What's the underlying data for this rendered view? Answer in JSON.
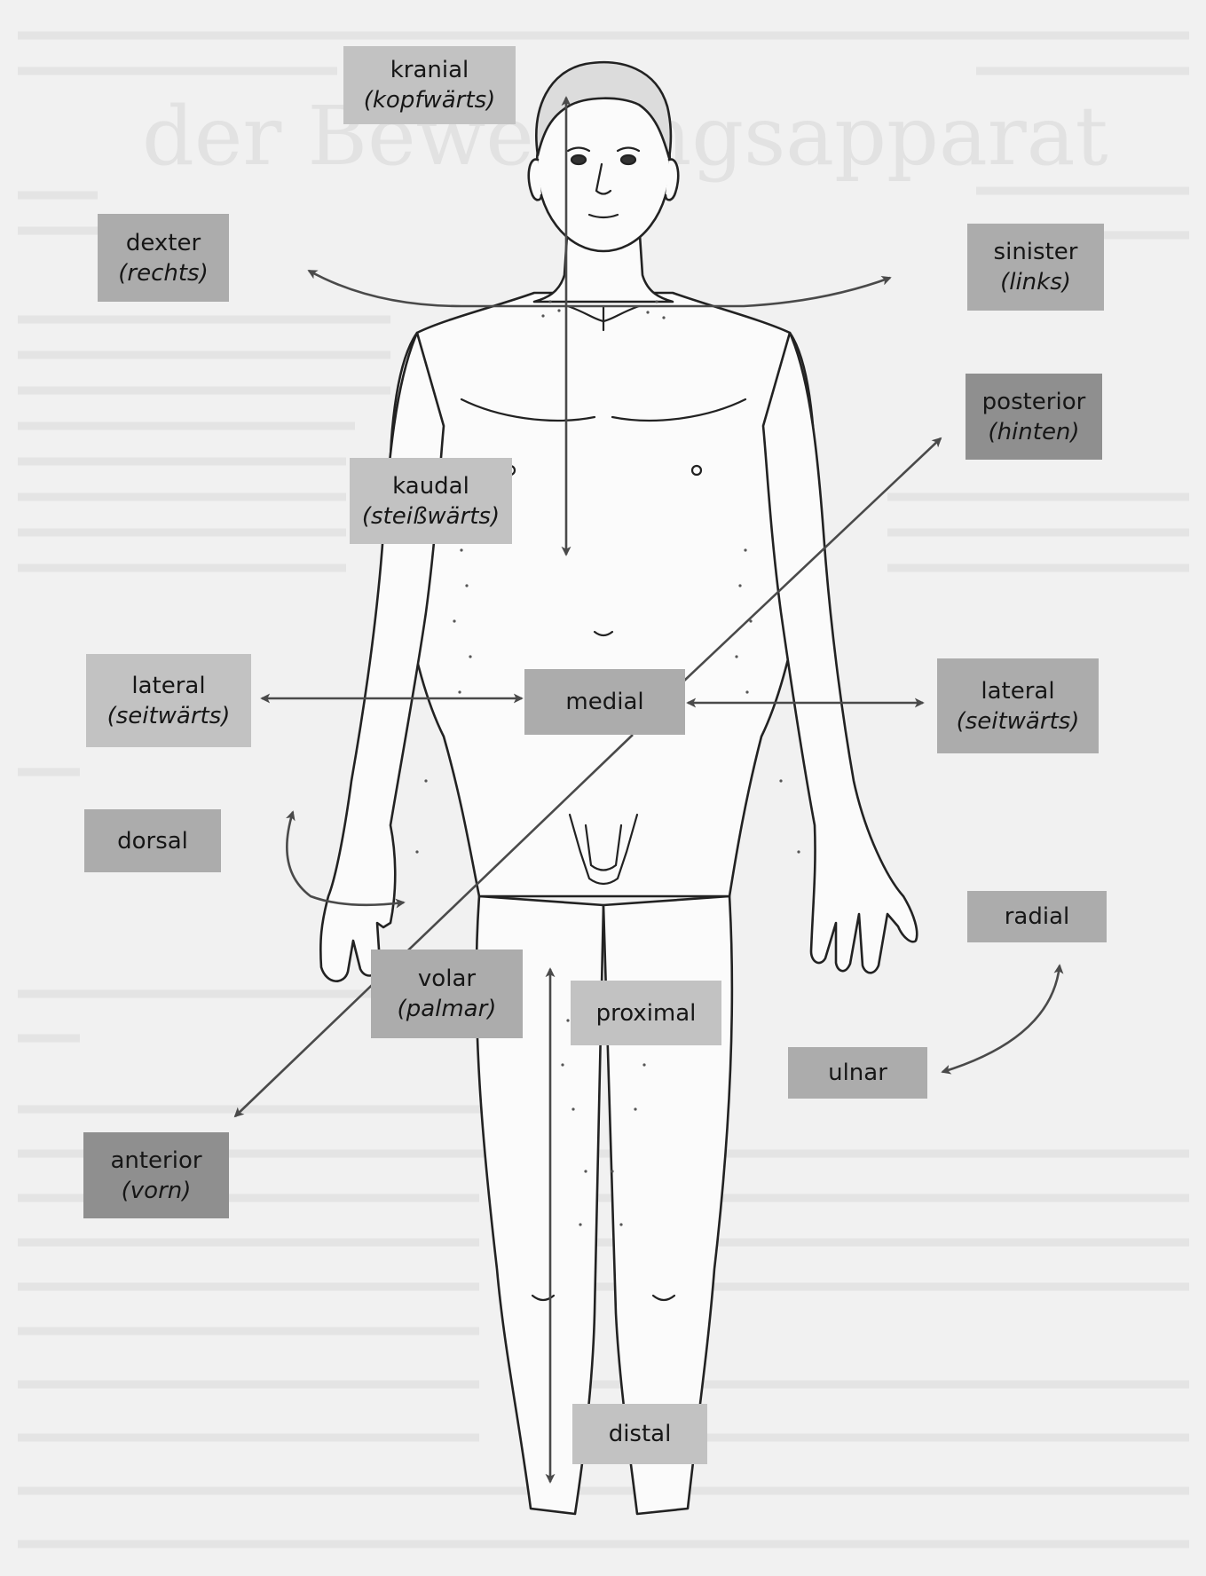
{
  "labels": {
    "kranial": {
      "term": "kranial",
      "translation": "(kopfwärts)"
    },
    "dexter": {
      "term": "dexter",
      "translation": "(rechts)"
    },
    "sinister": {
      "term": "sinister",
      "translation": "(links)"
    },
    "posterior": {
      "term": "posterior",
      "translation": "(hinten)"
    },
    "kaudal": {
      "term": "kaudal",
      "translation": "(steißwärts)"
    },
    "lateral_left": {
      "term": "lateral",
      "translation": "(seitwärts)"
    },
    "medial": {
      "term": "medial"
    },
    "lateral_right": {
      "term": "lateral",
      "translation": "(seitwärts)"
    },
    "dorsal": {
      "term": "dorsal"
    },
    "radial": {
      "term": "radial"
    },
    "volar": {
      "term": "volar",
      "translation": "(palmar)"
    },
    "proximal": {
      "term": "proximal"
    },
    "ulnar": {
      "term": "ulnar"
    },
    "anterior": {
      "term": "anterior",
      "translation": "(vorn)"
    },
    "distal": {
      "term": "distal"
    }
  },
  "background": {
    "heading_fragment": "der Bewegungsapparat"
  },
  "colors": {
    "page": "#f1f1f1",
    "arrow": "#4a4a4a",
    "figure_outline": "#222222",
    "label_light": "#c2c2c2",
    "label_mid": "#acacac",
    "label_dark": "#8f8f8f"
  }
}
